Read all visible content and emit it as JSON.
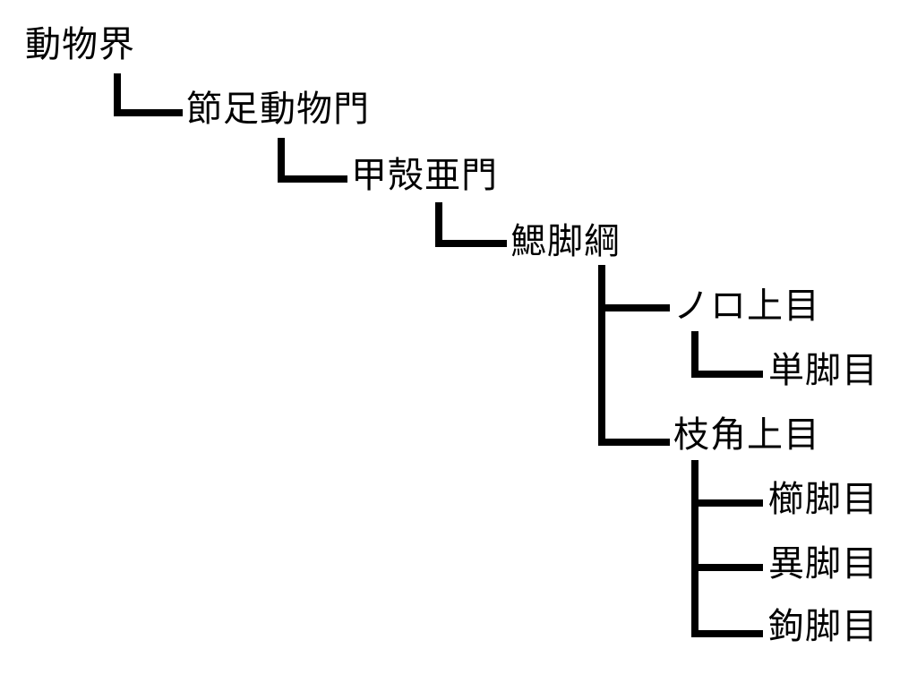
{
  "colors": {
    "line": "#000000",
    "text": "#000000",
    "background": "#ffffff"
  },
  "tree": {
    "kingdom": "動物界",
    "phylum": "節足動物門",
    "subphylum": "甲殻亜門",
    "class": "鰓脚綱",
    "superorder_1": "ノロ上目",
    "order_1_1": "単脚目",
    "superorder_2": "枝角上目",
    "order_2_1": "櫛脚目",
    "order_2_2": "異脚目",
    "order_2_3": "鉤脚目"
  }
}
